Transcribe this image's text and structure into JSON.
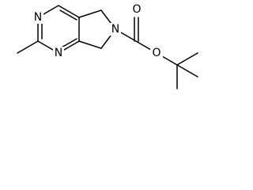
{
  "molecule": {
    "atoms": {
      "n_pyrimidine_top": "N",
      "n_pyrimidine_bottom": "N",
      "n_pyrrolidine": "N",
      "o_carbonyl": "O",
      "o_ester": "O"
    }
  }
}
